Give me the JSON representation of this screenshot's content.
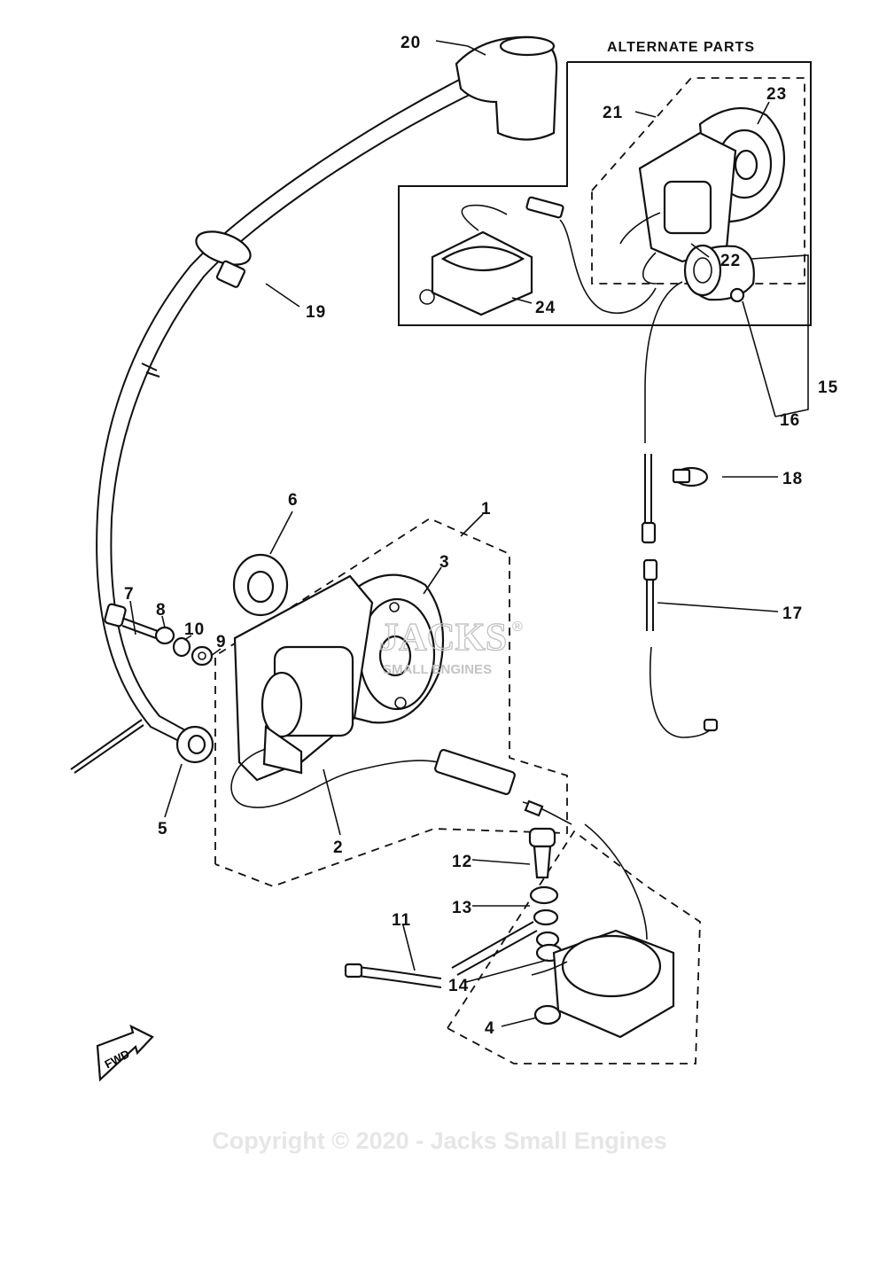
{
  "diagram": {
    "alternate_header": "ALTERNATE PARTS",
    "callouts": {
      "c1": "1",
      "c2": "2",
      "c3": "3",
      "c4": "4",
      "c5": "5",
      "c6": "6",
      "c7": "7",
      "c8": "8",
      "c9": "9",
      "c10": "10",
      "c11": "11",
      "c12": "12",
      "c13": "13",
      "c14": "14",
      "c15": "15",
      "c16": "16",
      "c17": "17",
      "c18": "18",
      "c19": "19",
      "c20": "20",
      "c21": "21",
      "c22": "22",
      "c23": "23",
      "c24": "24"
    },
    "fwd_label": "FWD",
    "watermark": {
      "brand": "JACKS",
      "registered": "®",
      "sub": "SMALL ENGINES"
    },
    "copyright": "Copyright © 2020 - Jacks Small Engines"
  }
}
